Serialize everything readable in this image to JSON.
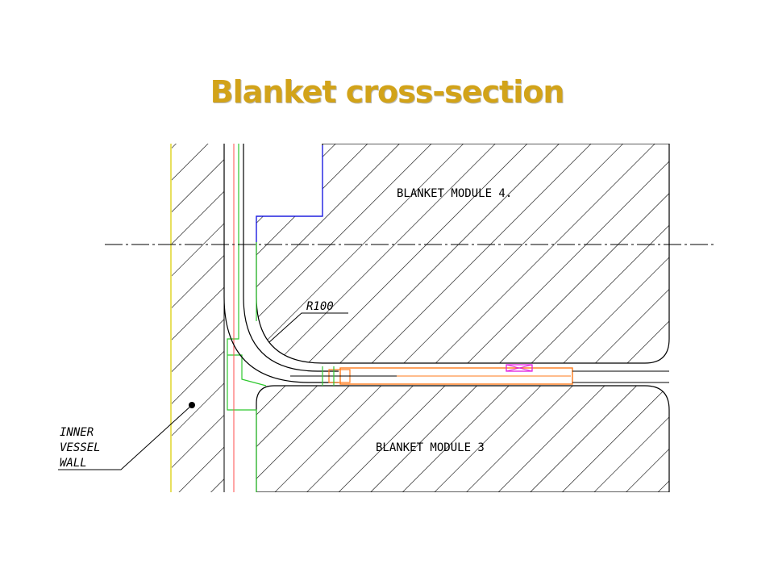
{
  "slide": {
    "title": "Blanket cross-section",
    "title_color": "#d2a319"
  },
  "drawing": {
    "labels": {
      "module_upper": "BLANKET MODULE 4.",
      "module_lower": "BLANKET MODULE 3",
      "radius": "R100",
      "wall_line1": "INNER",
      "wall_line2": "VESSEL",
      "wall_line3": "WALL"
    },
    "colors": {
      "hatch": "#000000",
      "wall_boundary": "#e8e060",
      "support_outline": "#2ec82e",
      "module_edge": "#1a1aff",
      "key_outline": "#ff7a1a",
      "magenta_part": "#e020e0",
      "inner_line": "#ff4d4d"
    }
  }
}
